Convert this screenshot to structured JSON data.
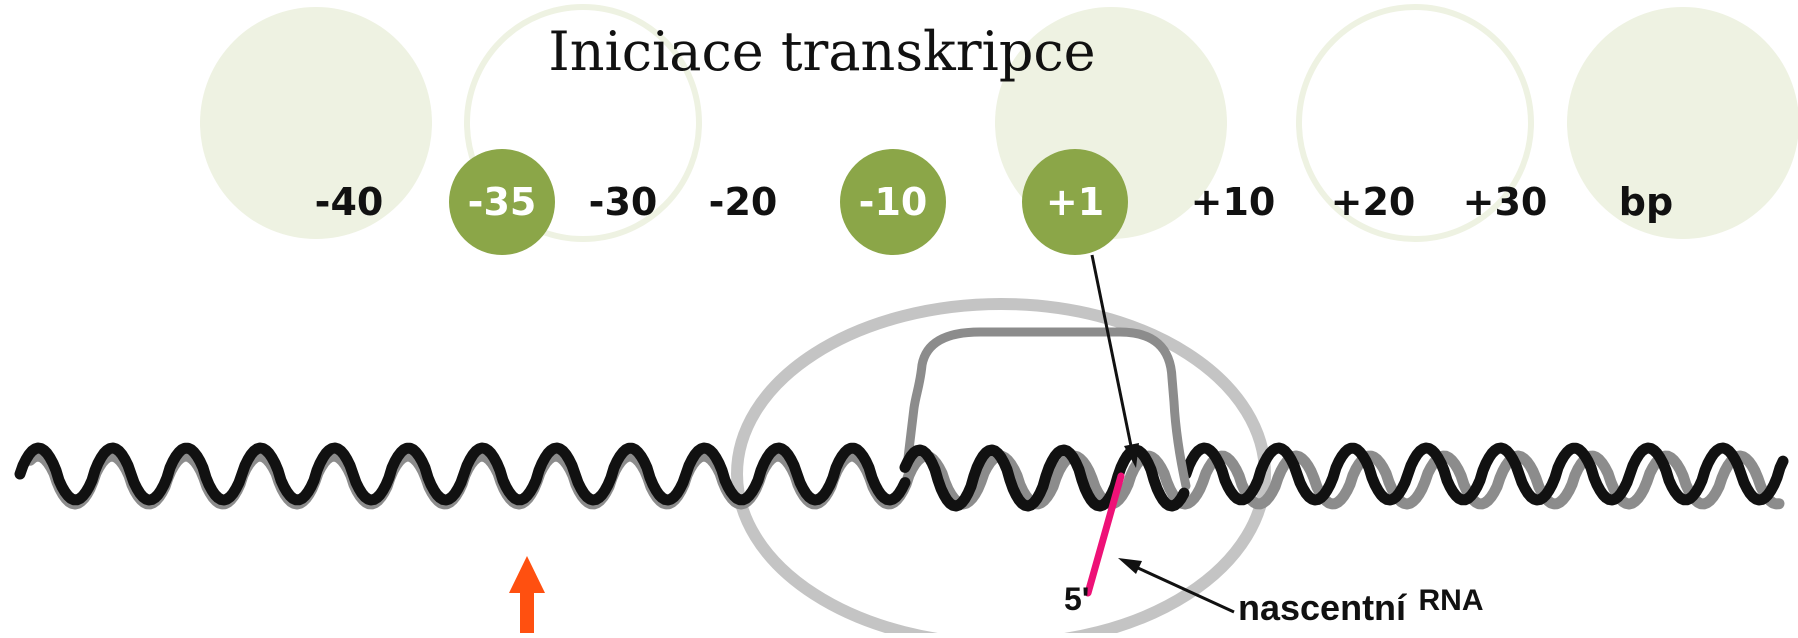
{
  "title": "Iniciace transkripce",
  "positions": [
    {
      "label": "-40",
      "highlight": false
    },
    {
      "label": "-35",
      "highlight": true
    },
    {
      "label": "-30",
      "highlight": false
    },
    {
      "label": "-20",
      "highlight": false
    },
    {
      "label": "-10",
      "highlight": true
    },
    {
      "label": "+1",
      "highlight": true
    },
    {
      "label": "+10",
      "highlight": false
    },
    {
      "label": "+20",
      "highlight": false
    },
    {
      "label": "+30",
      "highlight": false
    },
    {
      "label": "bp",
      "highlight": false
    }
  ],
  "labels": {
    "five_prime": "5'",
    "nascent_word": "nascentní",
    "nascent_rna": "RNA"
  },
  "colors": {
    "highlight_circle": "#8ba648",
    "deco_circle": "#eef2e2",
    "dna_strand_dark": "#111111",
    "dna_strand_gray": "#8c8c8c",
    "bubble_ellipse": "#c4c4c4",
    "rna": "#ee1177",
    "arrow_up": "#ff5010"
  }
}
